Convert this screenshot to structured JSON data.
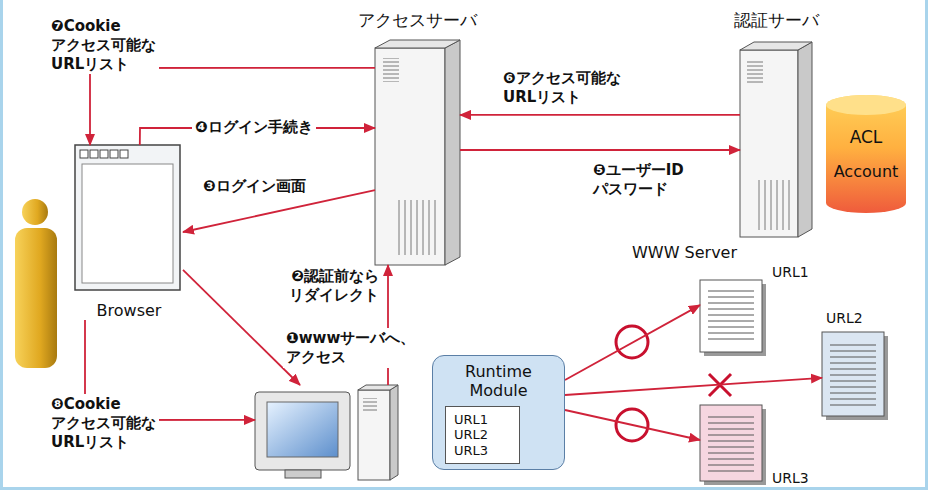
{
  "diagram": {
    "nodes": [
      {
        "text": [
          "Browser"
        ]
      },
      {
        "text": [
          "アクセスサーバ"
        ]
      },
      {
        "text": [
          "認証サーバ"
        ]
      },
      {
        "text": [
          "ACL",
          "Account"
        ]
      },
      {
        "text": []
      },
      {
        "text": [
          "Runtime Module"
        ]
      },
      {
        "text": [
          "URL1",
          "URL2",
          "URL3"
        ],
        "in": 5
      },
      {
        "text": [
          "URL1"
        ]
      },
      {
        "text": [
          "URL2"
        ]
      },
      {
        "text": [
          "URL3"
        ]
      }
    ],
    "edges": [
      {
        "from": 0,
        "to": 4,
        "arrow": "to",
        "label": "❶wwwサーバへ、 アクセス"
      },
      {
        "from": 4,
        "to": 1,
        "arrow": "to",
        "label": "❷認証前なら リダイレクト"
      },
      {
        "from": 1,
        "to": 0,
        "arrow": "to",
        "label": "❸ログイン画面"
      },
      {
        "from": 0,
        "to": 1,
        "arrow": "to",
        "label": "❹ログイン手続き"
      },
      {
        "from": 1,
        "to": 2,
        "arrow": "to",
        "label": "❺ユーザーID パスワード"
      },
      {
        "from": 2,
        "to": 1,
        "arrow": "to",
        "label": "❻アクセス可能な URLリスト"
      },
      {
        "from": 1,
        "to": 0,
        "arrow": "to",
        "label": "❼Cookie アクセス可能な URLリスト"
      },
      {
        "from": 0,
        "to": 4,
        "arrow": "to",
        "label": "❽Cookie アクセス可能な URLリスト"
      },
      {
        "from": 5,
        "to": 7,
        "arrow": "to"
      },
      {
        "from": 5,
        "to": 8,
        "arrow": "to"
      },
      {
        "from": 5,
        "to": 9,
        "arrow": "to"
      }
    ],
    "labels": [
      "WWW Server"
    ]
  }
}
